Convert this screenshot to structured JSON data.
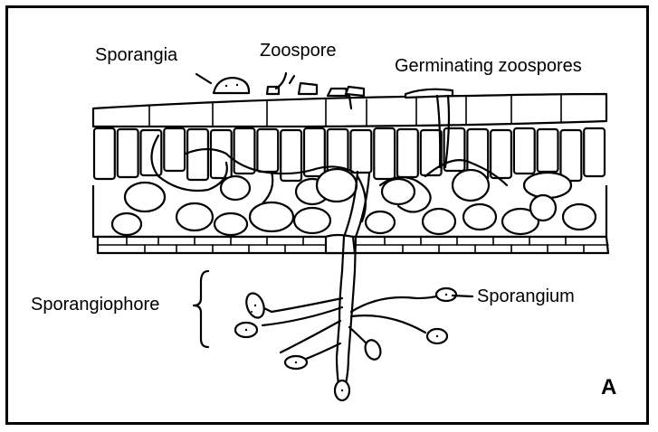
{
  "labels": {
    "sporangia": "Sporangia",
    "zoospore": "Zoospore",
    "germinating_zoospores": "Germinating zoospores",
    "sporangiophore": "Sporangiophore",
    "sporangium": "Sporangium"
  },
  "panel_letter": "A",
  "colors": {
    "ink": "#000000",
    "paper": "#ffffff"
  }
}
